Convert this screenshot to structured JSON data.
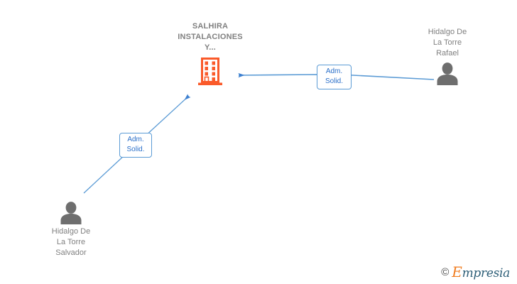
{
  "diagram": {
    "type": "corporate-relationship-graph",
    "background_color": "#ffffff",
    "company": {
      "name": "SALHIRA\nINSTALACIONES\nY...",
      "icon": "building-icon",
      "icon_color": "#fa5a2a"
    },
    "people": [
      {
        "id": "rafael",
        "name": "Hidalgo De\nLa Torre\nRafael",
        "icon": "person-icon",
        "icon_color": "#6e6e6e",
        "position": "top-right"
      },
      {
        "id": "salvador",
        "name": "Hidalgo De\nLa Torre\nSalvador",
        "icon": "person-icon",
        "icon_color": "#6e6e6e",
        "position": "bottom-left"
      }
    ],
    "relations": [
      {
        "id": "rafael-to-company",
        "label": "Adm.\nSolid.",
        "from": "rafael",
        "to": "company",
        "edge_color": "#5b9bd5"
      },
      {
        "id": "salvador-to-company",
        "label": "Adm.\nSolid.",
        "from": "salvador",
        "to": "company",
        "edge_color": "#5b9bd5"
      }
    ]
  },
  "watermark": {
    "copyright": "©",
    "brand_first_letter": "E",
    "brand_rest": "mpresia"
  }
}
